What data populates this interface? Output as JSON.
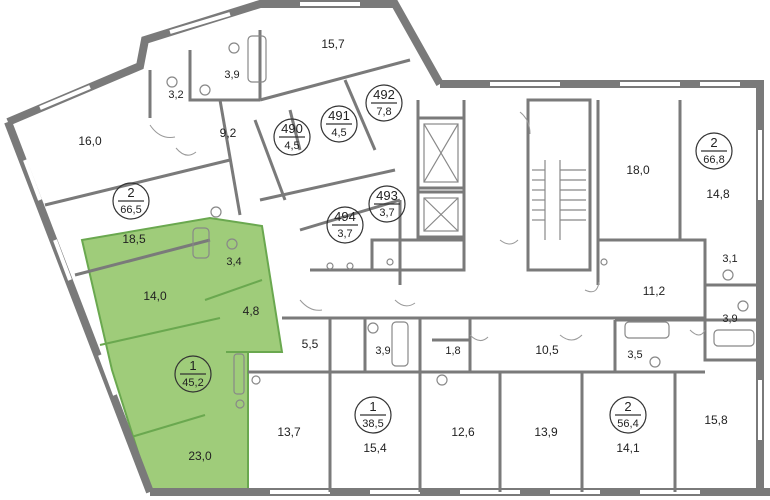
{
  "colors": {
    "wall": "#7a7a7a",
    "highlight_fill": "#9fcc7a",
    "highlight_stroke": "#6aa84f",
    "fixture": "#888888"
  },
  "badges": [
    {
      "num": "490",
      "area": "4,5"
    },
    {
      "num": "491",
      "area": "4,5"
    },
    {
      "num": "492",
      "area": "7,8"
    },
    {
      "num": "493",
      "area": "3,7"
    },
    {
      "num": "494",
      "area": "3,7"
    },
    {
      "num": "2",
      "area": "66,5"
    },
    {
      "num": "2",
      "area": "66,8"
    },
    {
      "num": "1",
      "area": "45,2"
    },
    {
      "num": "1",
      "area": "38,5"
    },
    {
      "num": "2",
      "area": "56,4"
    }
  ],
  "rooms": [
    "15,7",
    "3,2",
    "3,9",
    "16,0",
    "9,2",
    "18,5",
    "3,4",
    "14,0",
    "4,8",
    "23,0",
    "5,5",
    "3,9",
    "1,8",
    "10,5",
    "3,5",
    "13,7",
    "15,4",
    "12,6",
    "13,9",
    "14,1",
    "15,8",
    "18,0",
    "14,8",
    "3,1",
    "11,2",
    "3,9"
  ]
}
